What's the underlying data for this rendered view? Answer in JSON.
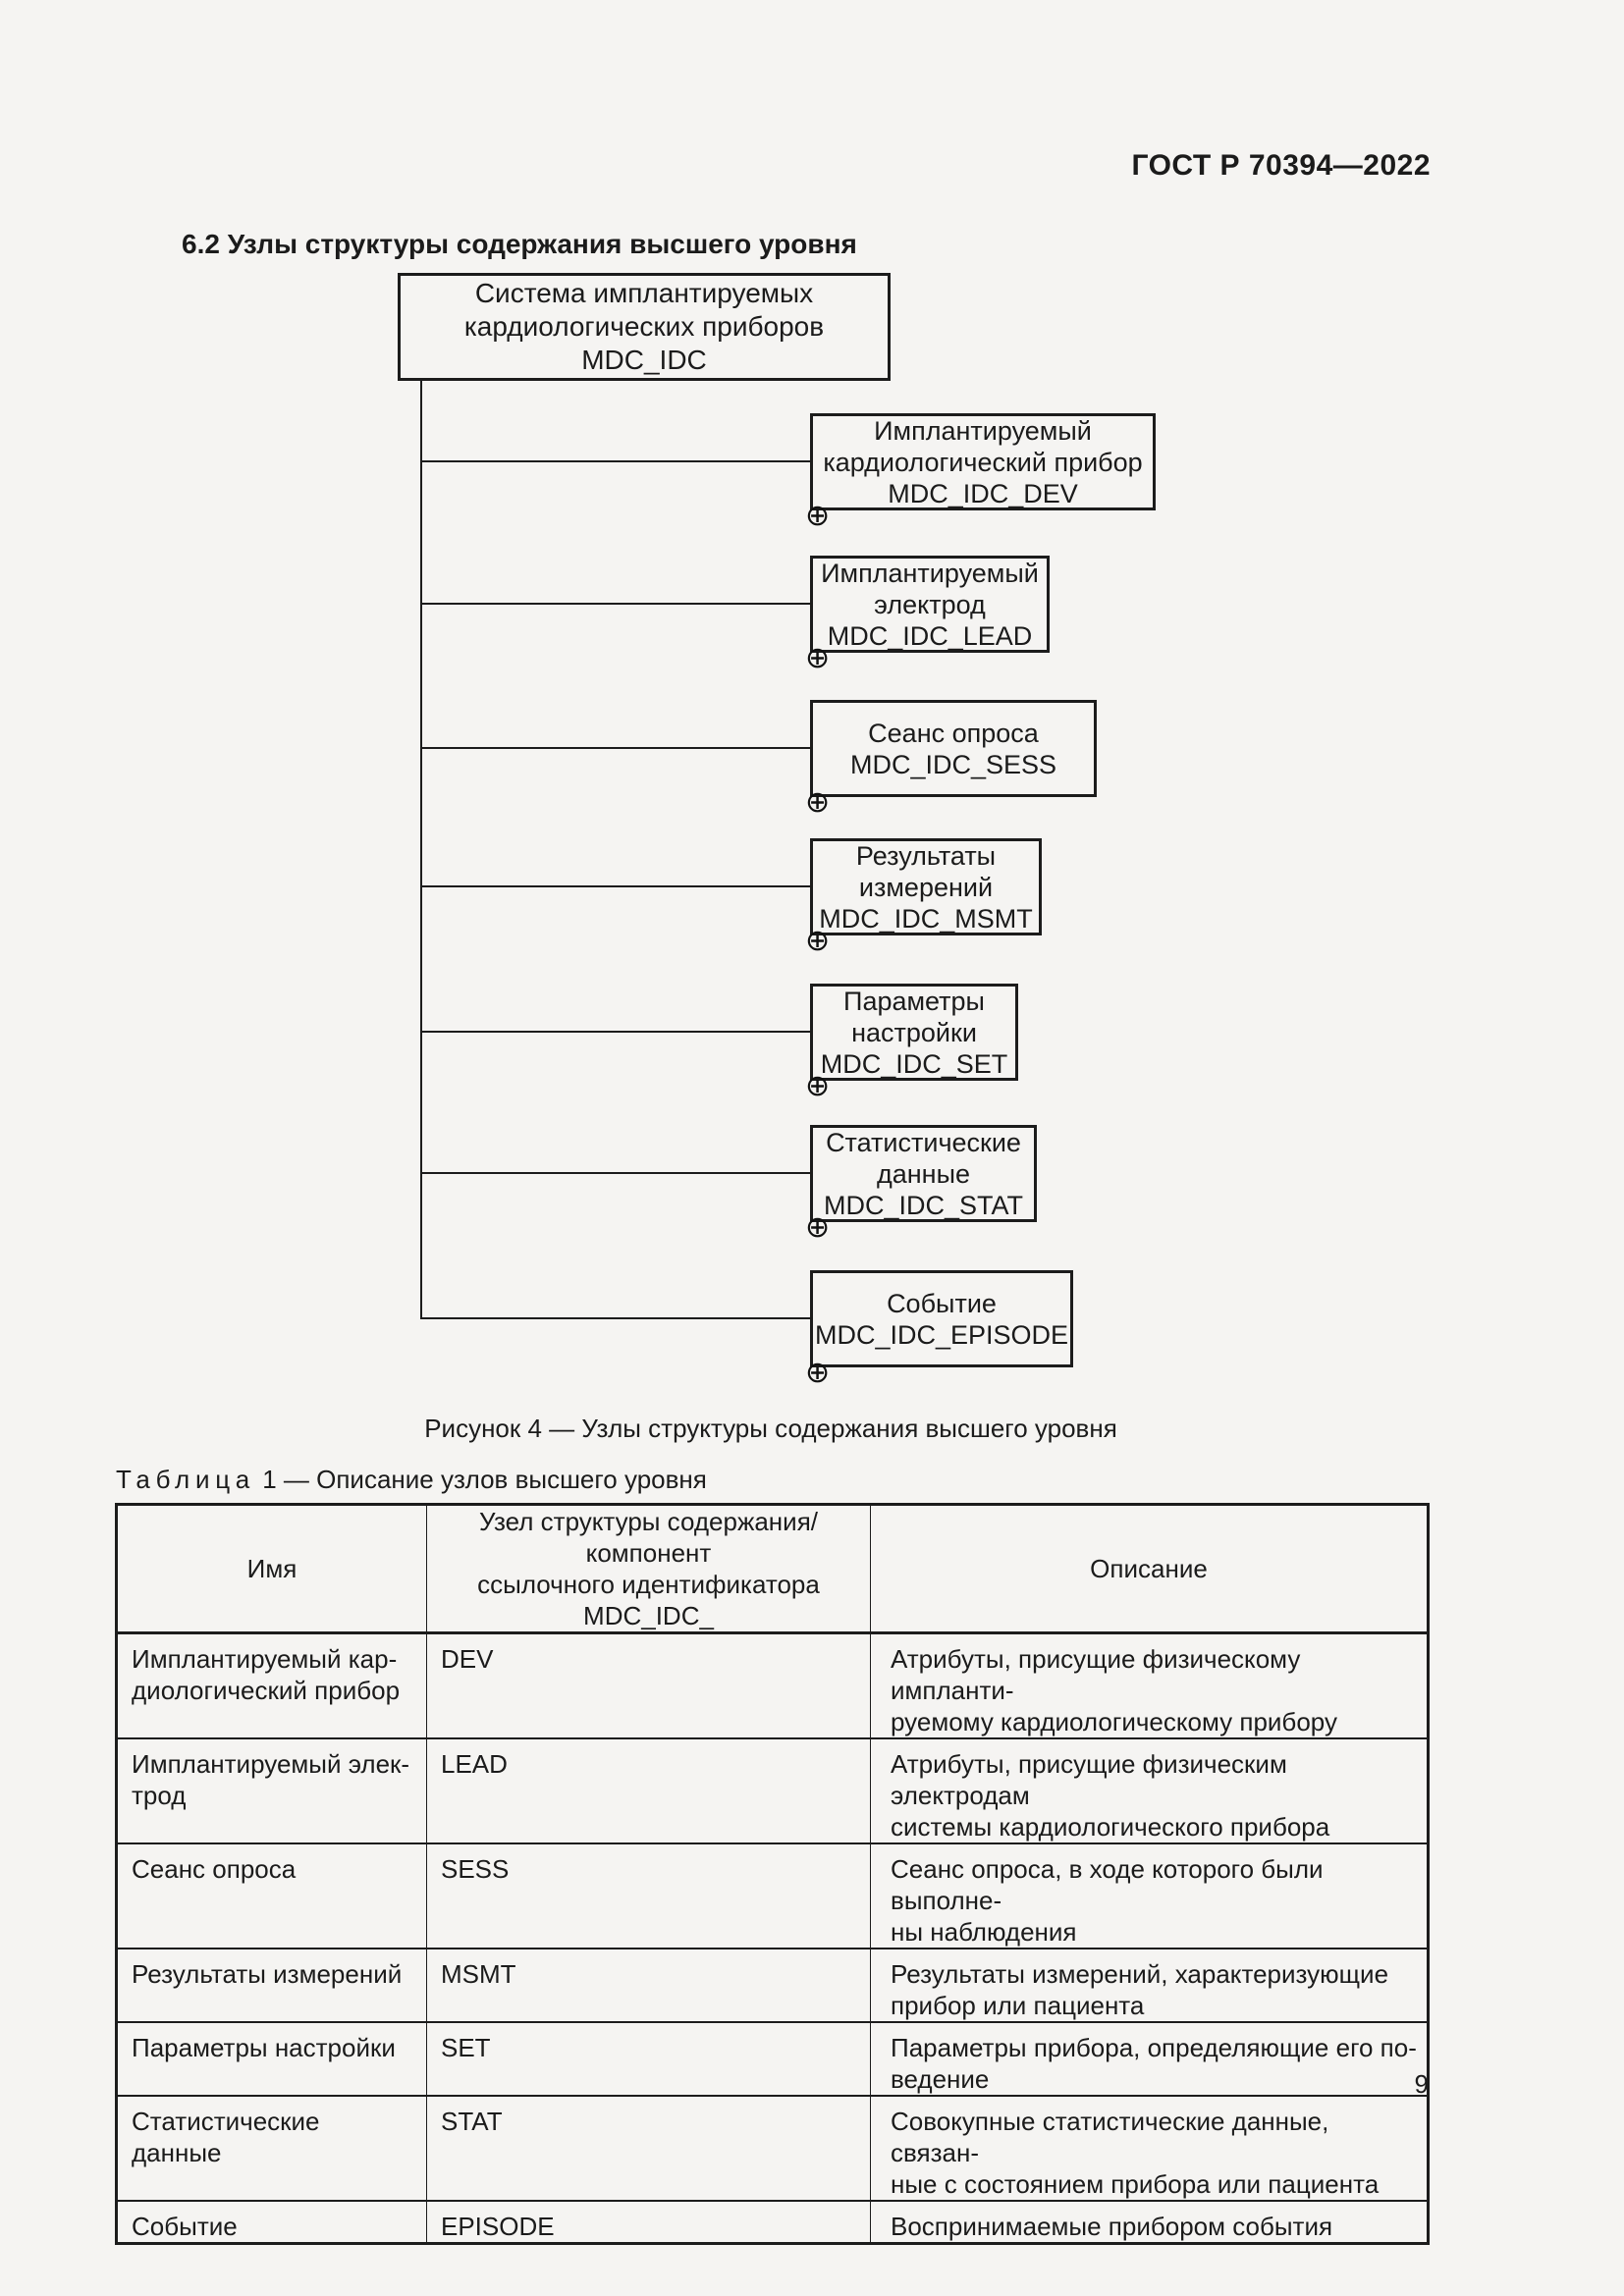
{
  "page": {
    "header": "ГОСТ Р 70394—2022",
    "section_heading": "6.2 Узлы структуры содержания высшего уровня",
    "page_number": "9"
  },
  "diagram": {
    "root": {
      "label": "Система имплантируемых\nкардиологических приборов",
      "code": "MDC_IDC"
    },
    "nodes": [
      {
        "label": "Имплантируемый\nкардиологический прибор",
        "code": "MDC_IDC_DEV"
      },
      {
        "label": "Имплантируемый\nэлектрод",
        "code": "MDC_IDC_LEAD"
      },
      {
        "label": "Сеанс опроса",
        "code": "MDC_IDC_SESS"
      },
      {
        "label": "Результаты\nизмерений",
        "code": "MDC_IDC_MSMT"
      },
      {
        "label": "Параметры\nнастройки",
        "code": "MDC_IDC_SET"
      },
      {
        "label": "Статистические\nданные",
        "code": "MDC_IDC_STAT"
      },
      {
        "label": "Событие",
        "code": "MDC_IDC_EPISODE"
      }
    ],
    "branch_icon": "⊕",
    "caption": "Рисунок 4 — Узлы структуры содержания высшего уровня"
  },
  "table": {
    "title_word": "Таблица",
    "title_rest": "1 — Описание узлов высшего уровня",
    "headers": [
      "Имя",
      "Узел структуры содержания/компонент\nссылочного идентификатора MDC_IDC_",
      "Описание"
    ],
    "rows": [
      {
        "name": "Имплантируемый кар-\nдиологический прибор",
        "node": "DEV",
        "description": "Атрибуты, присущие физическому импланти-\nруемому кардиологическому прибору"
      },
      {
        "name": "Имплантируемый элек-\nтрод",
        "node": "LEAD",
        "description": "Атрибуты, присущие физическим электродам\nсистемы кардиологического прибора"
      },
      {
        "name": "Сеанс опроса",
        "node": "SESS",
        "description": "Сеанс опроса, в ходе которого были выполне-\nны наблюдения"
      },
      {
        "name": "Результаты измерений",
        "node": "MSMT",
        "description": "Результаты измерений, характеризующие\nприбор или пациента"
      },
      {
        "name": "Параметры настройки",
        "node": "SET",
        "description": "Параметры прибора, определяющие его по-\nведение"
      },
      {
        "name": "Статистические данные",
        "node": "STAT",
        "description": "Совокупные статистические данные, связан-\nные с состоянием прибора или пациента"
      },
      {
        "name": "Событие",
        "node": "EPISODE",
        "description": "Воспринимаемые прибором события"
      }
    ]
  },
  "colors": {
    "background": "#f5f4f2",
    "ink": "#1b1b1b"
  }
}
